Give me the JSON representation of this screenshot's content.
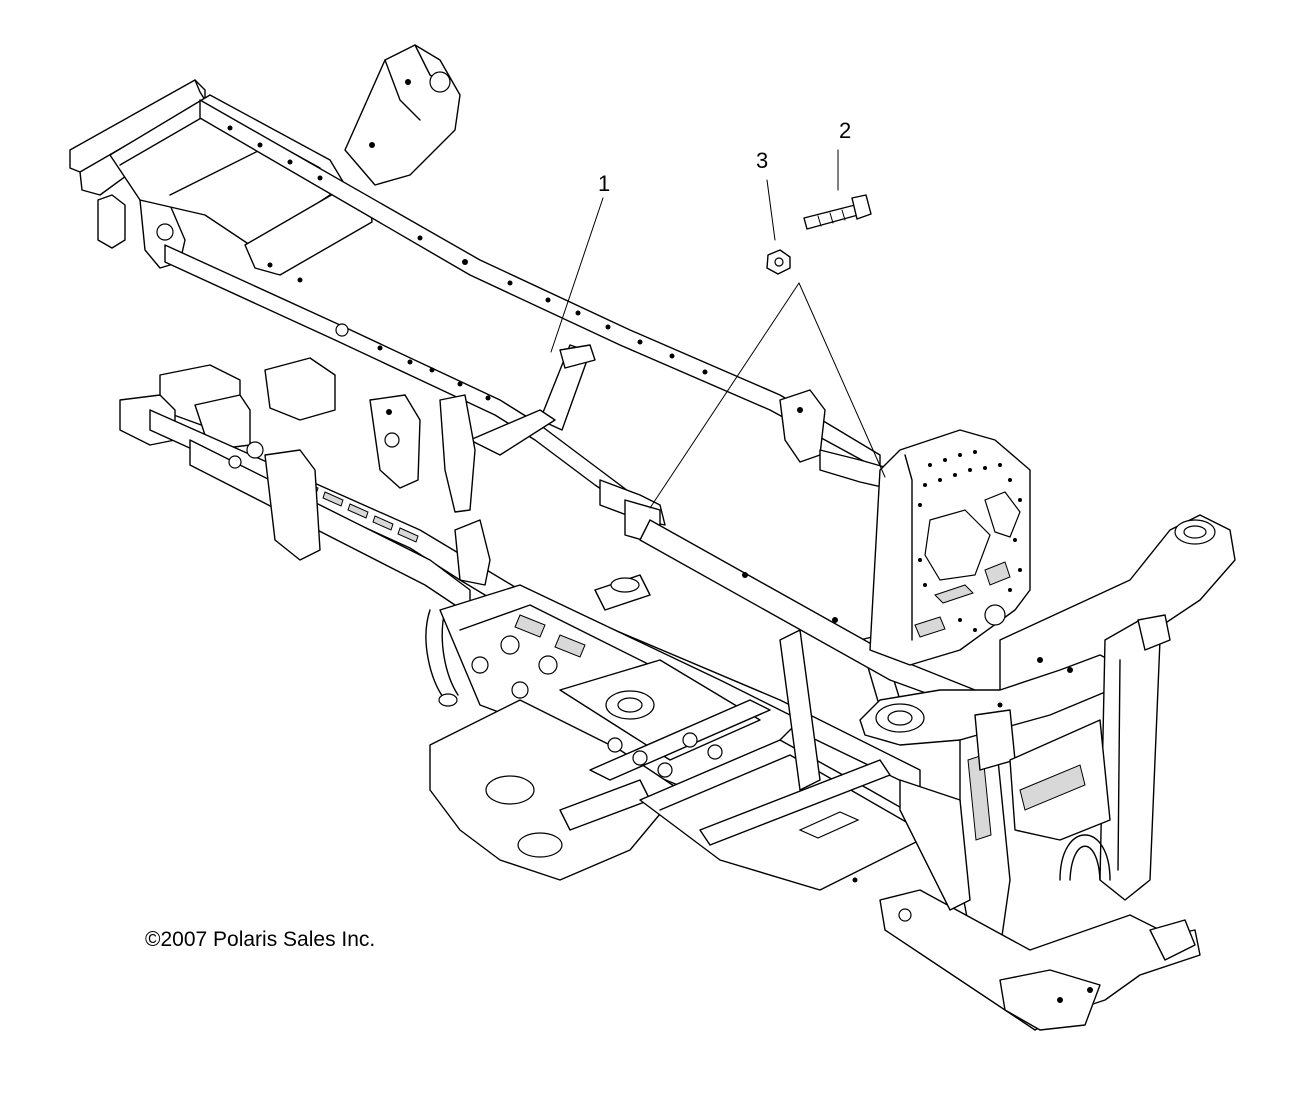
{
  "callouts": {
    "part1": "1",
    "part2": "2",
    "part3": "3"
  },
  "copyright": "©2007 Polaris Sales Inc."
}
